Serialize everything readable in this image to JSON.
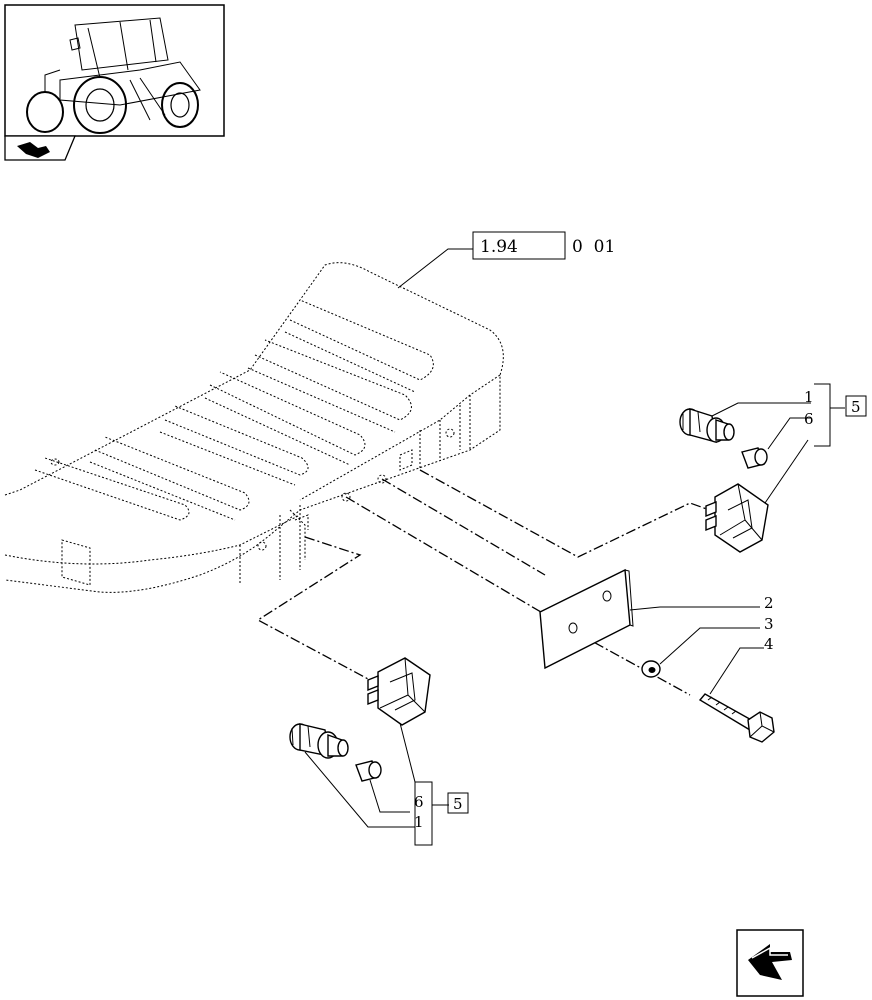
{
  "reference": {
    "boxed": "1.94",
    "suffix": "0  01"
  },
  "callouts": {
    "c1_top": "1",
    "c6_top": "6",
    "c5_top": "5",
    "c2": "2",
    "c3": "3",
    "c4": "4",
    "c6_bottom": "6",
    "c5_bottom": "5",
    "c1_bottom": "1"
  },
  "icons": {
    "thumbnail": "tractor-thumbnail-icon",
    "index_tab": "index-arrow-icon",
    "next_page": "next-page-arrow-icon"
  }
}
